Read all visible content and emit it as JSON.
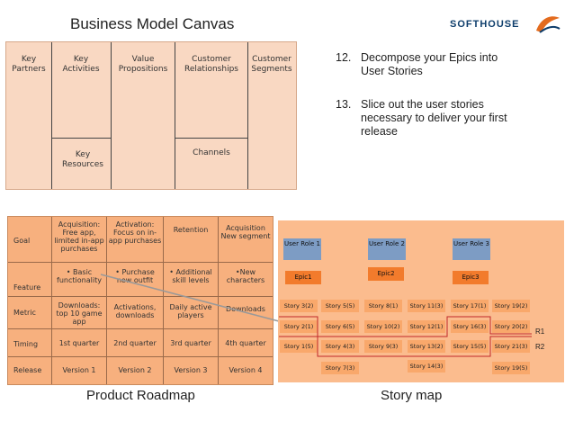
{
  "title": "Business Model Canvas",
  "logo": {
    "text": "SOFTHOUSE",
    "icon": "softhouse-swirl-icon"
  },
  "canvas": {
    "blocks": [
      "Key Partners",
      "Key Activities",
      "Value Propositions",
      "Customer Relationships",
      "Customer Segments",
      "Key Resources",
      "Channels"
    ]
  },
  "instructions": [
    {
      "num": "12.",
      "text": "Decompose your Epics into User Stories"
    },
    {
      "num": "13.",
      "text": "Slice out the user stories necessary to deliver your first release"
    }
  ],
  "roadmap": {
    "rows": [
      "Goal",
      "Feature",
      "Metric",
      "Timing",
      "Release"
    ],
    "goal": [
      "Acquisition: Free app, limited in-app purchases",
      "Activation: Focus on in-app purchases",
      "Retention",
      "Acquisition New segment"
    ],
    "feature": [
      "• Basic functionality",
      "• Purchase new outfit",
      "• Additional skill levels",
      "•New characters"
    ],
    "metric": [
      "Downloads: top 10 game app",
      "Activations, downloads",
      "Daily active players",
      "Downloads"
    ],
    "timing": [
      "1st quarter",
      "2nd quarter",
      "3rd quarter",
      "4th quarter"
    ],
    "release": [
      "Version 1",
      "Version 2",
      "Version 3",
      "Version 4"
    ],
    "caption": "Product Roadmap"
  },
  "storymap": {
    "roles": [
      "User Role 1",
      "User Role 2",
      "User Role 3"
    ],
    "epics": [
      "Epic1",
      "Epic2",
      "Epic3"
    ],
    "row1": [
      "Story 3(2)",
      "Story 5(5)",
      "Story 8(1)",
      "Story 11(3)",
      "Story 17(1)",
      "Story 19(2)"
    ],
    "row2": [
      "Story 2(1)",
      "Story 6(5)",
      "Story 10(2)",
      "Story 12(1)",
      "Story 16(3)",
      "Story 20(2)"
    ],
    "row3": [
      "Story 1(5)",
      "Story 4(3)",
      "Story 9(3)",
      "Story 13(2)",
      "Story 15(5)",
      "Story 21(3)"
    ],
    "row4": [
      "Story 7(3)",
      "Story 14(3)",
      "Story 19(5)"
    ],
    "releases": [
      "R1",
      "R2"
    ],
    "caption": "Story map"
  },
  "colors": {
    "canvas": "#f9d8c2",
    "roadmap": "#f7b07e",
    "storymap": "#fbbc8e",
    "role": "#7d9cc4",
    "epic": "#f27b2c",
    "release_line": "#c0282a"
  }
}
